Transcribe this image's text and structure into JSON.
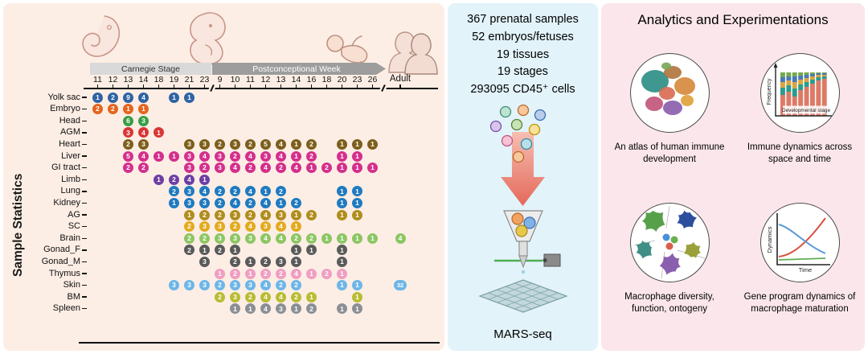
{
  "left": {
    "ylabel": "Sample Statistics",
    "timeline": {
      "carnegie_label": "Carnegie Stage",
      "week_label": "Postconceptional Week",
      "adult_label": "Adult",
      "carnegie_ticks": [
        "11",
        "12",
        "13",
        "14",
        "18",
        "19",
        "21",
        "23"
      ],
      "week_ticks": [
        "9",
        "10",
        "11",
        "12",
        "13",
        "14",
        "16",
        "18",
        "20",
        "23",
        "26"
      ]
    },
    "matrix_rows": [
      {
        "label": "Yolk sac",
        "color": "#2e63a4",
        "cells": {
          "0": 1,
          "1": 2,
          "2": 9,
          "3": 4,
          "5": 1,
          "6": 1
        }
      },
      {
        "label": "Embryo",
        "color": "#e4641e",
        "cells": {
          "0": 2,
          "1": 2,
          "2": 1,
          "3": 1
        }
      },
      {
        "label": "Head",
        "color": "#379e48",
        "cells": {
          "2": 6,
          "3": 3
        }
      },
      {
        "label": "AGM",
        "color": "#d93636",
        "cells": {
          "2": 3,
          "3": 4,
          "4": 1
        }
      },
      {
        "label": "Heart",
        "color": "#7d5f1c",
        "cells": {
          "2": 2,
          "3": 3,
          "6": 3,
          "7": 3,
          "8": 2,
          "9": 3,
          "10": 2,
          "11": 5,
          "12": 4,
          "13": 1,
          "14": 2,
          "16": 1,
          "17": 1,
          "18": 1
        }
      },
      {
        "label": "Liver",
        "color": "#d42f8c",
        "cells": {
          "2": 5,
          "3": 4,
          "4": 1,
          "5": 1,
          "6": 3,
          "7": 4,
          "8": 3,
          "9": 2,
          "10": 4,
          "11": 3,
          "12": 4,
          "13": 1,
          "14": 2,
          "16": 1,
          "17": 1
        }
      },
      {
        "label": "GI tract",
        "color": "#d42f8c",
        "cells": {
          "2": 2,
          "3": 2,
          "6": 3,
          "7": 2,
          "8": 3,
          "9": 4,
          "10": 2,
          "11": 4,
          "12": 2,
          "13": 4,
          "14": 1,
          "15": 2,
          "16": 1,
          "17": 1,
          "18": 1
        }
      },
      {
        "label": "Limb",
        "color": "#6d3fa4",
        "cells": {
          "4": 1,
          "5": 2,
          "6": 4,
          "7": 1
        }
      },
      {
        "label": "Lung",
        "color": "#1f7ac0",
        "cells": {
          "5": 2,
          "6": 3,
          "7": 4,
          "8": 2,
          "9": 2,
          "10": 4,
          "11": 1,
          "12": 2,
          "16": 1,
          "17": 1
        }
      },
      {
        "label": "Kidney",
        "color": "#1f7ac0",
        "cells": {
          "5": 1,
          "6": 3,
          "7": 3,
          "8": 2,
          "9": 4,
          "10": 2,
          "11": 4,
          "12": 1,
          "13": 2,
          "16": 1,
          "17": 1
        }
      },
      {
        "label": "AG",
        "color": "#b08d1d",
        "cells": {
          "6": 1,
          "7": 2,
          "8": 2,
          "9": 3,
          "10": 2,
          "11": 4,
          "12": 3,
          "13": 1,
          "14": 2,
          "16": 1,
          "17": 1
        }
      },
      {
        "label": "SC",
        "color": "#e2aa1f",
        "cells": {
          "6": 2,
          "7": 3,
          "8": 3,
          "9": 2,
          "10": 4,
          "11": 3,
          "12": 4,
          "13": 1
        }
      },
      {
        "label": "Brain",
        "color": "#8cc663",
        "cells": {
          "6": 2,
          "7": 2,
          "8": 3,
          "9": 3,
          "10": 3,
          "11": 4,
          "12": 4,
          "13": 2,
          "14": 2,
          "15": 1,
          "16": 1,
          "17": 1,
          "18": 1,
          "19": 4
        }
      },
      {
        "label": "Gonad_F",
        "color": "#5a5a5a",
        "cells": {
          "6": 2,
          "7": 1,
          "8": 2,
          "9": 1,
          "13": 1,
          "14": 1,
          "16": 1
        }
      },
      {
        "label": "Gonad_M",
        "color": "#5a5a5a",
        "cells": {
          "7": 3,
          "9": 2,
          "10": 1,
          "11": 2,
          "12": 3,
          "13": 1,
          "16": 1
        }
      },
      {
        "label": "Thymus",
        "color": "#f09ec2",
        "cells": {
          "8": 1,
          "9": 2,
          "10": 1,
          "11": 2,
          "12": 2,
          "13": 4,
          "14": 1,
          "15": 2,
          "16": 1
        }
      },
      {
        "label": "Skin",
        "color": "#6db6e8",
        "cells": {
          "5": 3,
          "6": 3,
          "7": 3,
          "8": 2,
          "9": 3,
          "10": 3,
          "11": 4,
          "12": 2,
          "13": 2,
          "16": 1,
          "17": 1,
          "19": 32
        }
      },
      {
        "label": "BM",
        "color": "#b9bc33",
        "cells": {
          "8": 2,
          "9": 3,
          "10": 2,
          "11": 4,
          "12": 4,
          "13": 2,
          "14": 1,
          "17": 1
        }
      },
      {
        "label": "Spleen",
        "color": "#8b8f94",
        "cells": {
          "9": 1,
          "10": 1,
          "11": 4,
          "12": 3,
          "13": 1,
          "14": 2,
          "16": 1,
          "17": 1
        }
      }
    ]
  },
  "middle": {
    "stats": [
      "367 prenatal samples",
      "52 embryos/fetuses",
      "19 tissues",
      "19 stages",
      "293095 CD45⁺ cells"
    ],
    "machine_label": "MARS-seq"
  },
  "right": {
    "title": "Analytics and Experimentations",
    "cards": [
      {
        "caption": "An atlas of human immune development"
      },
      {
        "caption": "Immune dynamics across space and time",
        "ylabel": "Frequency",
        "xlabel": "Developmental stage"
      },
      {
        "caption": "Macrophage diversity, function, ontogeny"
      },
      {
        "caption": "Gene program dynamics of macrophage maturation",
        "ylabel": "Dynamics",
        "xlabel": "Time"
      }
    ]
  }
}
